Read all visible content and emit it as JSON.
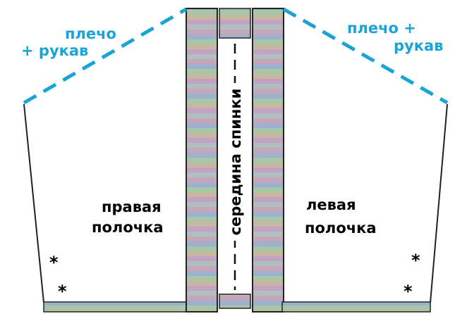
{
  "labels": {
    "shoulder_left_line1": "плечо",
    "shoulder_left_line2": "+ рукав",
    "shoulder_right_line1": "плечо +",
    "shoulder_right_line2": "рукав",
    "right_front_line1": "правая",
    "right_front_line2": "полочка",
    "left_front_line1": "левая",
    "left_front_line2": "полочка",
    "back_center": "середина спинки",
    "marker": "*"
  },
  "colors": {
    "dashed_line": "#1aa3d6",
    "outline": "#222222",
    "knit_stripes": [
      "#c6a7b7",
      "#9fb0cf",
      "#a7c7a9",
      "#c7b7a2",
      "#c4a2c4",
      "#b0bfc0"
    ]
  }
}
